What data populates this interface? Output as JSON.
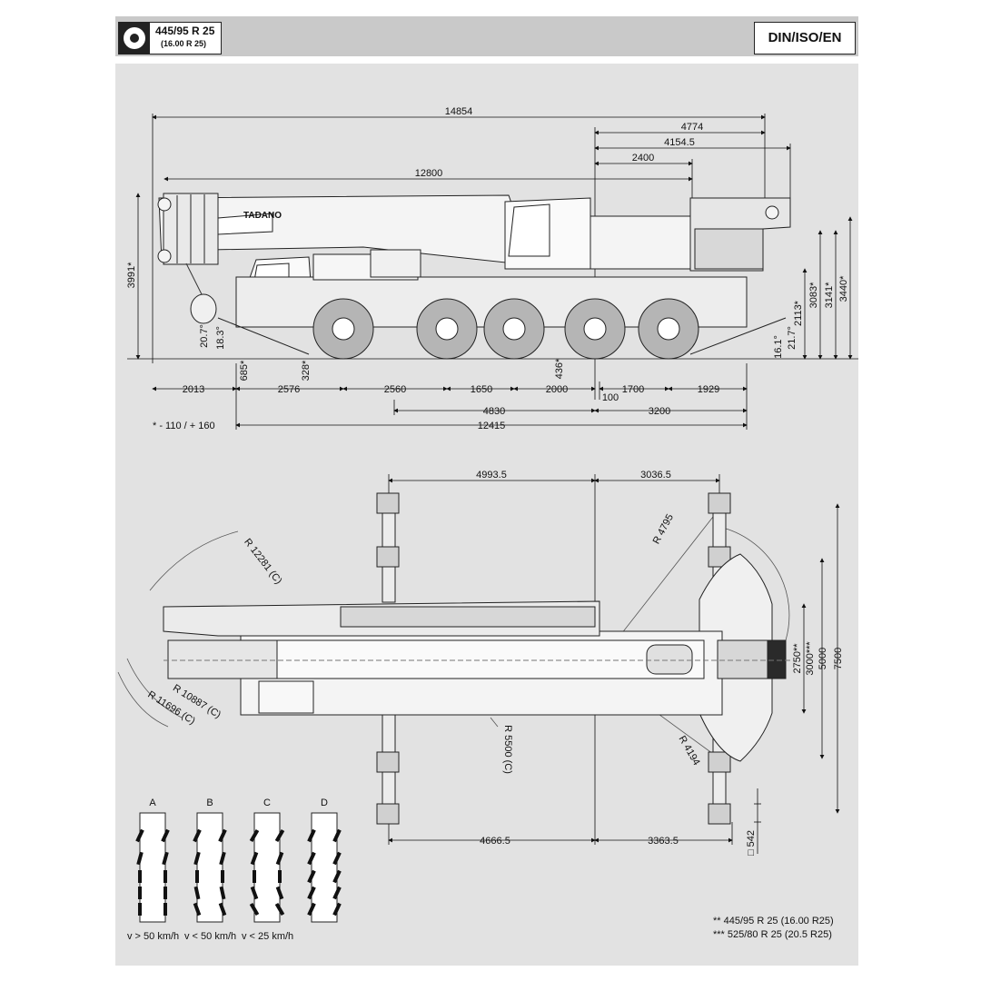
{
  "header": {
    "tire_spec": "445/95 R 25",
    "tire_spec_sub": "(16.00 R 25)",
    "standard": "DIN/ISO/EN"
  },
  "side_view": {
    "brand": "TADANO",
    "top_dims": [
      "14854",
      "4774",
      "4154.5",
      "2400",
      "12800"
    ],
    "left_dims": [
      "3991*",
      "20.7°",
      "18.3°"
    ],
    "right_dims": [
      "2113*",
      "3083*",
      "3141*",
      "3440*",
      "21.7°",
      "16.1°"
    ],
    "bottom_marks": [
      "685*",
      "328*",
      "436*"
    ],
    "row1": [
      "2013",
      "2576",
      "2560",
      "1650",
      "2000",
      "1700",
      "1929"
    ],
    "row1b": [
      "100"
    ],
    "row2": [
      "4830",
      "3200"
    ],
    "row3": [
      "12415"
    ],
    "tolerance_note": "* - 110 / + 160"
  },
  "top_view": {
    "top_dims": [
      "4993.5",
      "3036.5"
    ],
    "bottom_dims": [
      "4666.5",
      "3363.5"
    ],
    "radii": [
      "R 4795",
      "R 12281 (C)",
      "R 10887 (C)",
      "R 11696 (C)",
      "R 5500 (C)",
      "R 4194"
    ],
    "right_dims": [
      "2750**",
      "3000***",
      "5000",
      "7500"
    ],
    "pad": "□ 542"
  },
  "steering": {
    "modes": [
      "A",
      "B",
      "C",
      "D"
    ],
    "speeds": [
      "v > 50 km/h",
      "v < 50 km/h",
      "v < 25 km/h"
    ]
  },
  "footnotes": {
    "double": "**  445/95 R 25 (16.00 R25)",
    "triple": "*** 525/80 R 25 (20.5 R25)"
  }
}
